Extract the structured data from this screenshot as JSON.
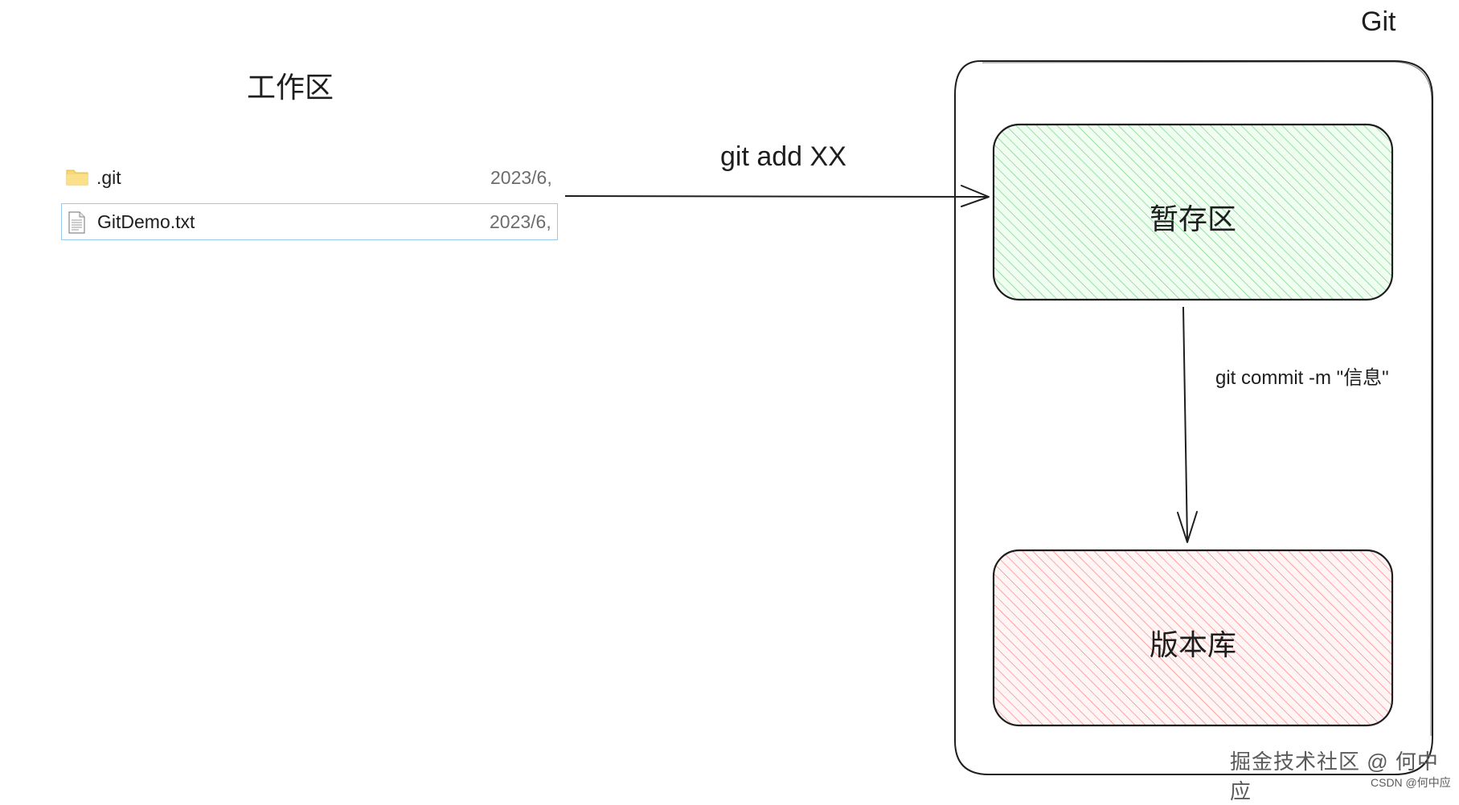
{
  "workspace": {
    "title": "工作区",
    "files": [
      {
        "name": ".git",
        "date": "2023/6,",
        "icon": "folder-icon"
      },
      {
        "name": "GitDemo.txt",
        "date": "2023/6,",
        "icon": "text-file-icon"
      }
    ]
  },
  "git": {
    "title": "Git",
    "staging_label": "暂存区",
    "repository_label": "版本库"
  },
  "arrows": {
    "add_label": "git add XX",
    "commit_label": "git commit -m \"信息\""
  },
  "watermark": {
    "primary": "掘金技术社区 @ 何中应",
    "secondary": "CSDN @何中应"
  },
  "colors": {
    "staging_fill": "#9be0a8",
    "staging_stroke": "#2f9e44",
    "repository_fill": "#f4a7ad",
    "repository_stroke": "#e03131",
    "line": "#1e1e1e"
  }
}
